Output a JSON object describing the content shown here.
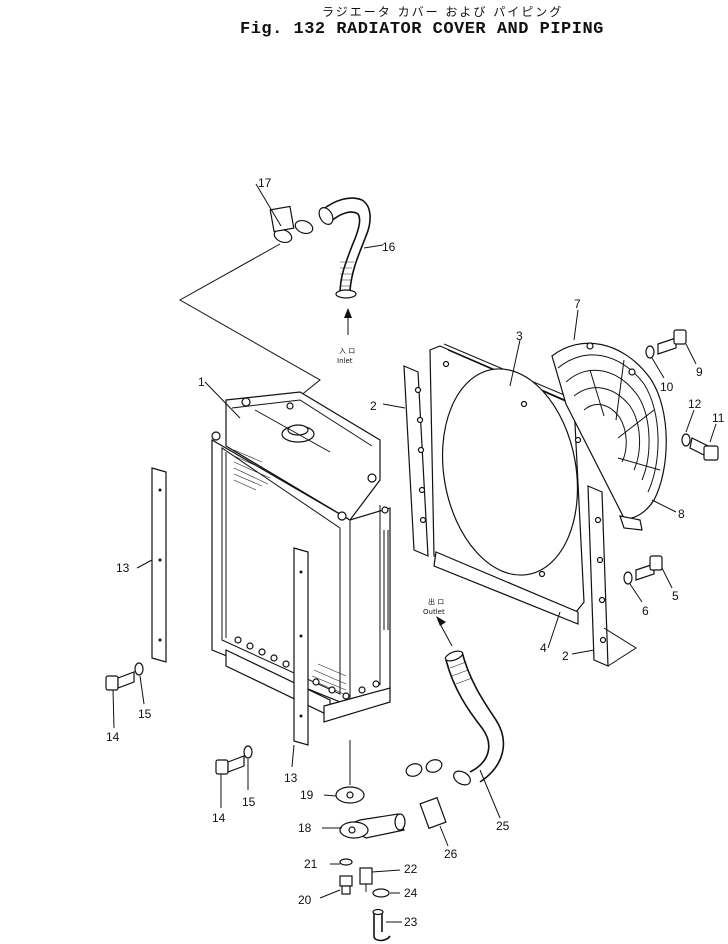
{
  "header": {
    "title_jp": "ラジエータ カバー および パイピング",
    "title_en": "Fig. 132  RADIATOR COVER AND PIPING"
  },
  "flow_labels": {
    "inlet_jp": "入 ロ",
    "inlet_en": "Inlet",
    "outlet_jp": "出 ロ",
    "outlet_en": "Outlet"
  },
  "callouts": [
    "1",
    "2",
    "2",
    "3",
    "4",
    "5",
    "6",
    "7",
    "8",
    "9",
    "10",
    "11",
    "12",
    "13",
    "13",
    "14",
    "14",
    "15",
    "15",
    "16",
    "17",
    "18",
    "19",
    "20",
    "21",
    "22",
    "23",
    "24",
    "25",
    "26"
  ]
}
